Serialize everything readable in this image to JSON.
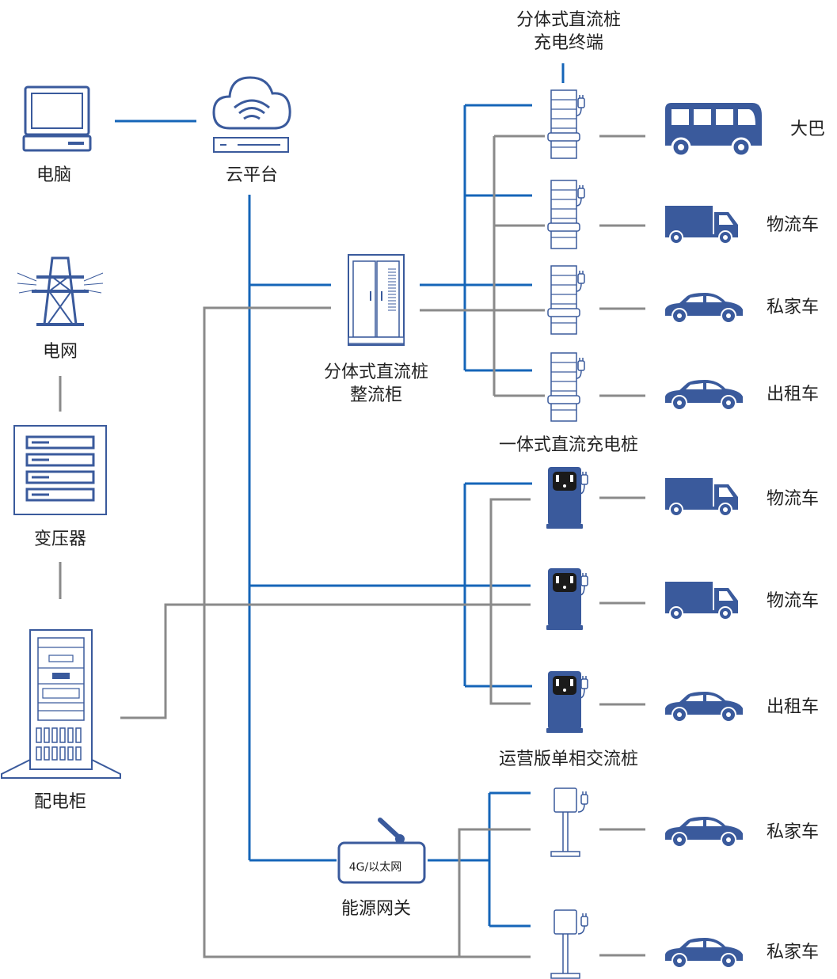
{
  "colors": {
    "accent": "#3a5a9c",
    "data_line": "#1565b8",
    "power_line": "#8a8a8a"
  },
  "labels": {
    "computer": "电脑",
    "cloud": "云平台",
    "grid": "电网",
    "transformer": "变压器",
    "cabinet": "配电柜",
    "rectifier_line1": "分体式直流桩",
    "rectifier_line2": "整流柜",
    "split_term_line1": "分体式直流桩",
    "split_term_line2": "充电终端",
    "integrated_dc": "一体式直流充电桩",
    "single_ac": "运营版单相交流桩",
    "gateway": "能源网关",
    "gateway_badge": "4G/以太网"
  },
  "vehicles": {
    "v1": "大巴",
    "v2": "物流车",
    "v3": "私家车",
    "v4": "出租车",
    "v5": "物流车",
    "v6": "物流车",
    "v7": "出租车",
    "v8": "私家车",
    "v9": "私家车"
  },
  "icons": {
    "computer": "computer-icon",
    "cloud": "cloud-server-icon",
    "tower": "power-tower-icon",
    "transformer": "transformer-icon",
    "cabinet": "distribution-cabinet-icon",
    "rectifier": "rectifier-cabinet-icon",
    "terminal": "dc-terminal-icon",
    "dc_pile": "dc-charger-icon",
    "ac_pile": "ac-charger-icon",
    "gateway": "gateway-icon",
    "bus": "bus-icon",
    "truck": "truck-icon",
    "car": "car-icon"
  }
}
